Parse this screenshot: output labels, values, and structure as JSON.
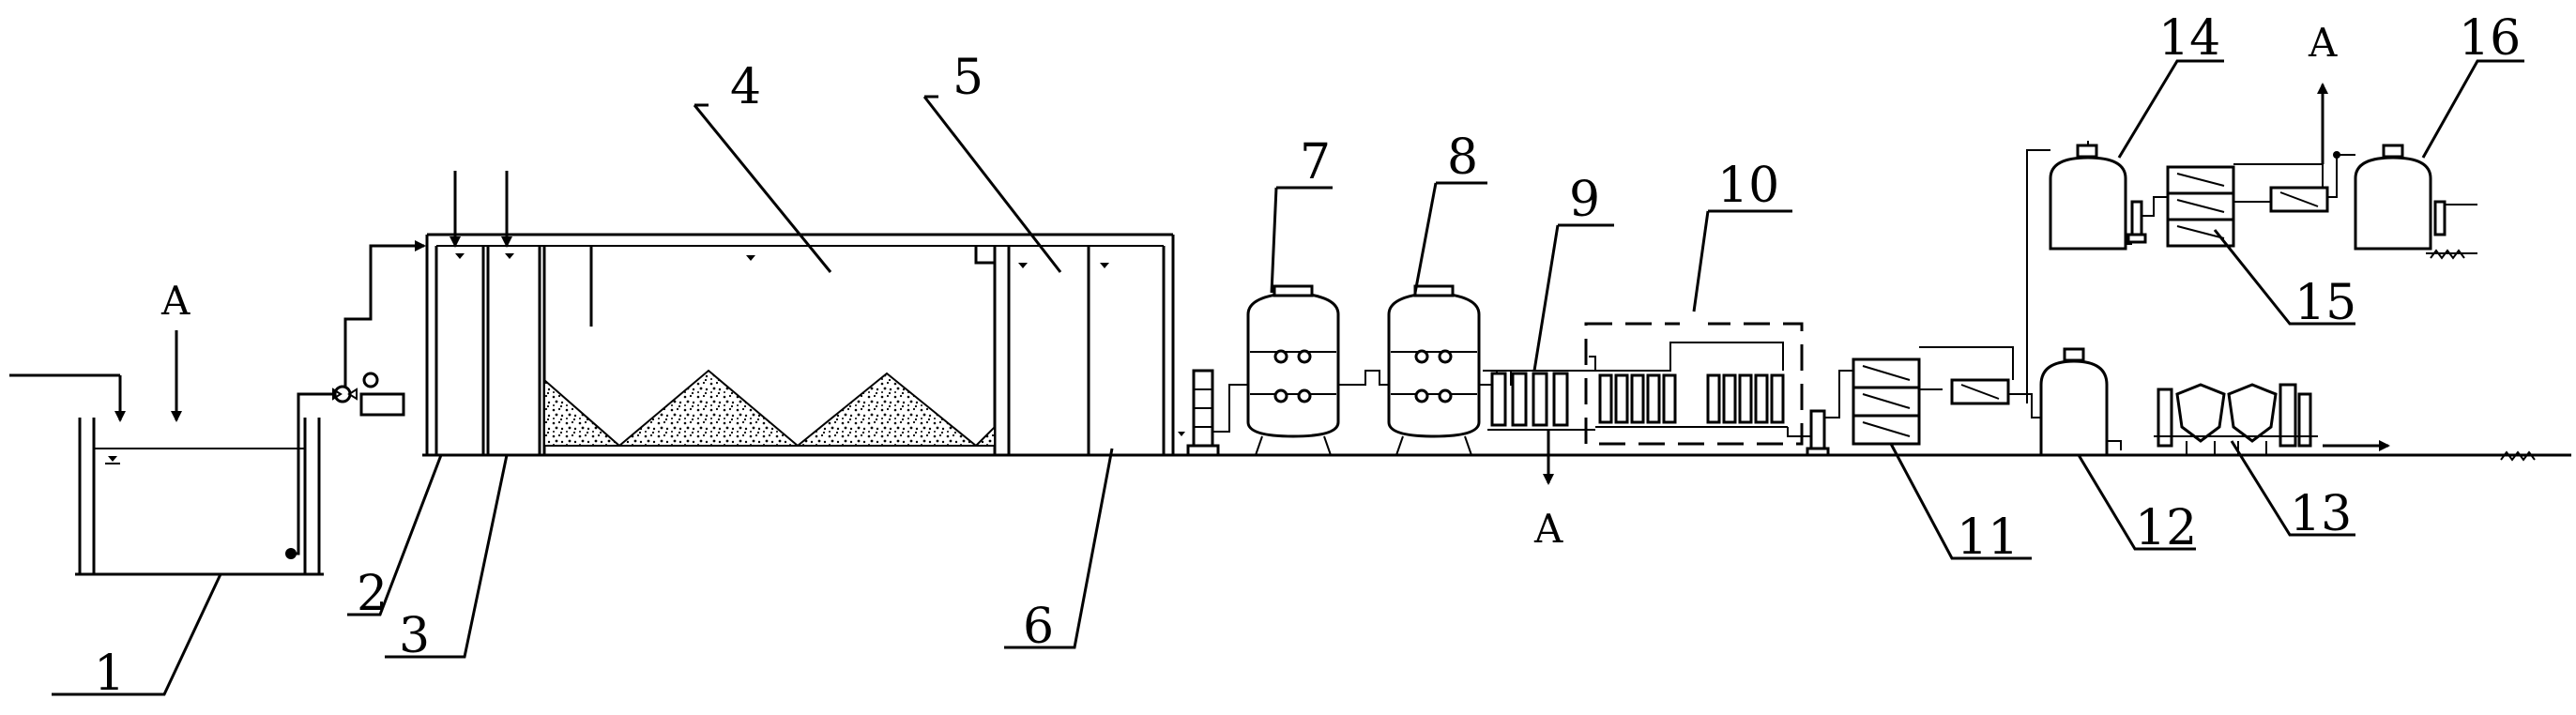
{
  "labels": {
    "n1": "1",
    "n2": "2",
    "n3": "3",
    "n4": "4",
    "n5": "5",
    "n6": "6",
    "n7": "7",
    "n8": "8",
    "n9": "9",
    "n10": "10",
    "n11": "11",
    "n12": "12",
    "n13": "13",
    "n14": "14",
    "n15": "15",
    "n16": "16"
  },
  "markers": {
    "a_inlet": "A",
    "a_filter_out": "A",
    "a_ro_out": "A"
  }
}
